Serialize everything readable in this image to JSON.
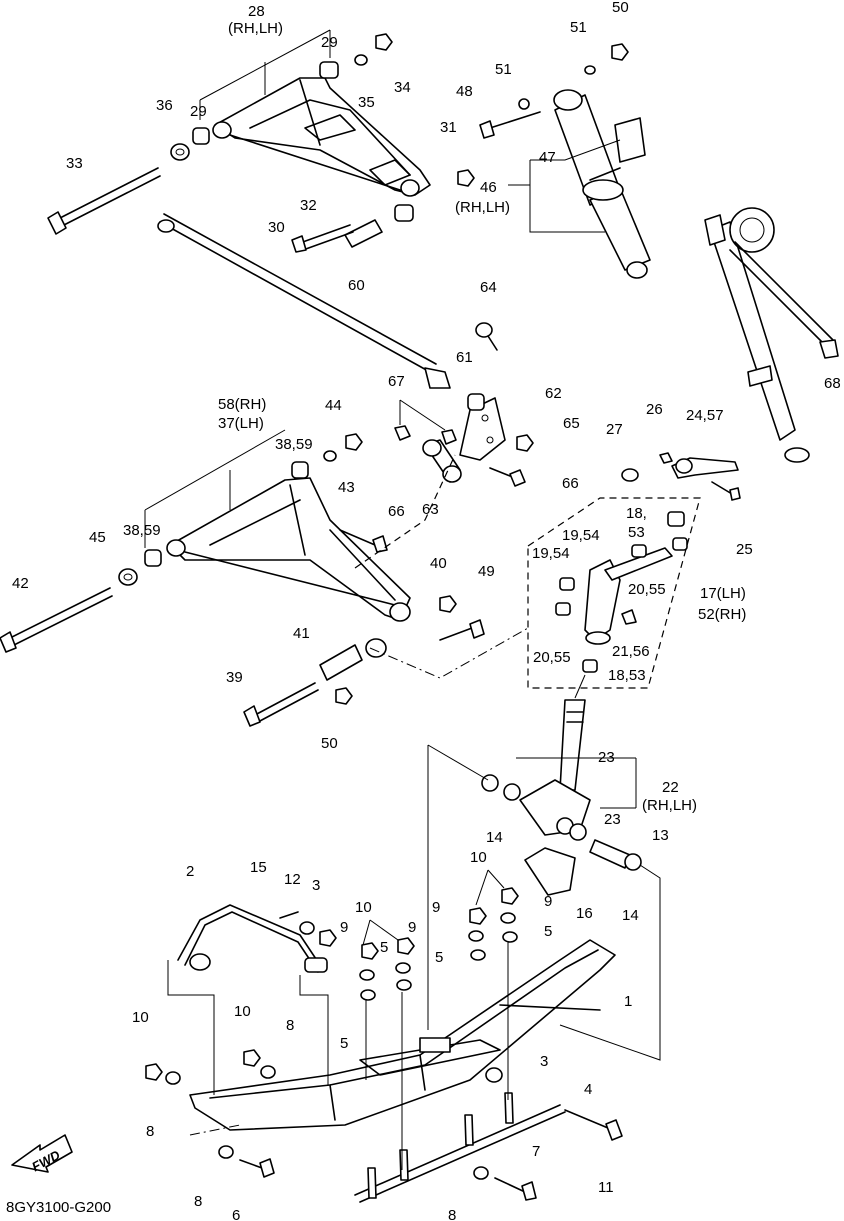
{
  "diagram": {
    "code": "8GY3100-G200",
    "fwd_label": "FWD",
    "labels": {
      "l28": "28",
      "l28b": "(RH,LH)",
      "l29a": "29",
      "l29b": "29",
      "l34": "34",
      "l35": "35",
      "l36": "36",
      "l33": "33",
      "l31": "31",
      "l32": "32",
      "l30": "30",
      "l50a": "50",
      "l51a": "51",
      "l51b": "51",
      "l48": "48",
      "l47": "47",
      "l46": "46",
      "l46b": "(RH,LH)",
      "l60": "60",
      "l64": "64",
      "l61": "61",
      "l62": "62",
      "l65": "65",
      "l66a": "66",
      "l67": "67",
      "l63": "63",
      "l58": "58(RH)",
      "l37": "37(LH)",
      "l44": "44",
      "l43": "43",
      "l3859a": "38,59",
      "l3859b": "38,59",
      "l45": "45",
      "l42": "42",
      "l66b": "66",
      "l40": "40",
      "l49": "49",
      "l41": "41",
      "l39": "39",
      "l50b": "50",
      "l68": "68",
      "l26": "26",
      "l2457": "24,57",
      "l27": "27",
      "l25": "25",
      "l1853a": "18,",
      "l53a": "53",
      "l1954a": "19,54",
      "l1954b": "19,54",
      "l2055a": "20,55",
      "l17": "17(LH)",
      "l52": "52(RH)",
      "l2055b": "20,55",
      "l2156": "21,56",
      "l1853b": "18,53",
      "l23a": "23",
      "l22": "22",
      "l22b": "(RH,LH)",
      "l23b": "23",
      "l13": "13",
      "l14a": "14",
      "l14b": "14",
      "l16": "16",
      "l10a": "10",
      "l9a": "9",
      "l9b": "9",
      "l5a": "5",
      "l5b": "5",
      "l2": "2",
      "l15": "15",
      "l12": "12",
      "l3a": "3",
      "l10b": "10",
      "l9c": "9",
      "l9d": "9",
      "l5c": "5",
      "l5d": "5",
      "l1": "1",
      "l10c": "10",
      "l10d": "10",
      "l8a": "8",
      "l3b": "3",
      "l4": "4",
      "l8b": "8",
      "l8c": "8",
      "l6": "6",
      "l7": "7",
      "l11": "11",
      "l8d": "8"
    }
  }
}
